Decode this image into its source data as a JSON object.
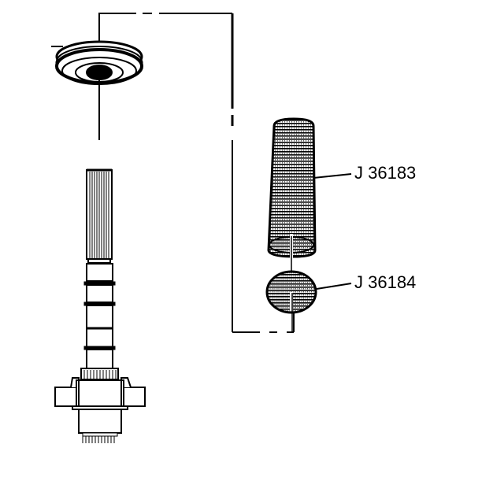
{
  "diagram": {
    "type": "technical service illustration",
    "colors": {
      "ink": "#000000",
      "background": "#ffffff"
    },
    "callouts": [
      {
        "id": "tool-1",
        "label": "J 36183",
        "points_to": "long cylindrical installer tool"
      },
      {
        "id": "tool-2",
        "label": "J 36184",
        "points_to": "round handle / driver"
      }
    ],
    "parts": [
      {
        "id": "seal",
        "description": "round seal / bearing ring (top left)"
      },
      {
        "id": "shaft",
        "description": "splined shaft assembly with housing (bottom left)"
      },
      {
        "id": "installer",
        "description": "tool J 36183"
      },
      {
        "id": "handle",
        "description": "tool J 36184"
      }
    ]
  }
}
